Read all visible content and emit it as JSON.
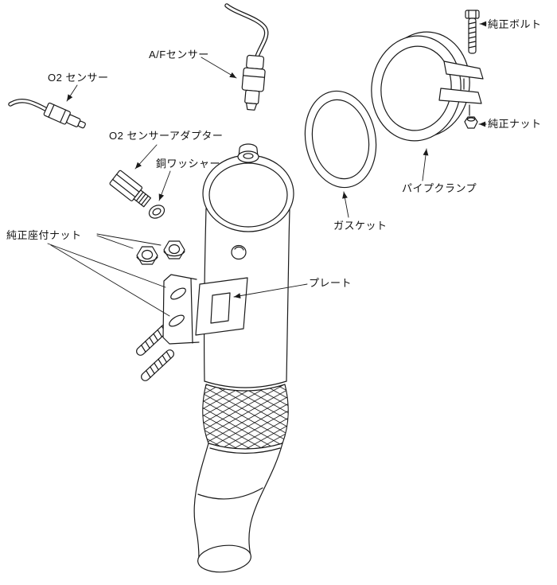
{
  "diagram": {
    "type": "exploded-parts-diagram",
    "colors": {
      "line": "#1a1a1a",
      "background": "#ffffff"
    },
    "labels": {
      "oem_bolt": "純正ボルト",
      "af_sensor": "A/Fセンサー",
      "o2_sensor": "O2 センサー",
      "o2_sensor_adapter": "O2 センサーアダプター",
      "copper_washer": "銅ワッシャー",
      "oem_nut": "純正ナット",
      "pipe_clamp": "パイプクランプ",
      "gasket": "ガスケット",
      "oem_seat_nut": "純正座付ナット",
      "plate": "プレート"
    }
  }
}
